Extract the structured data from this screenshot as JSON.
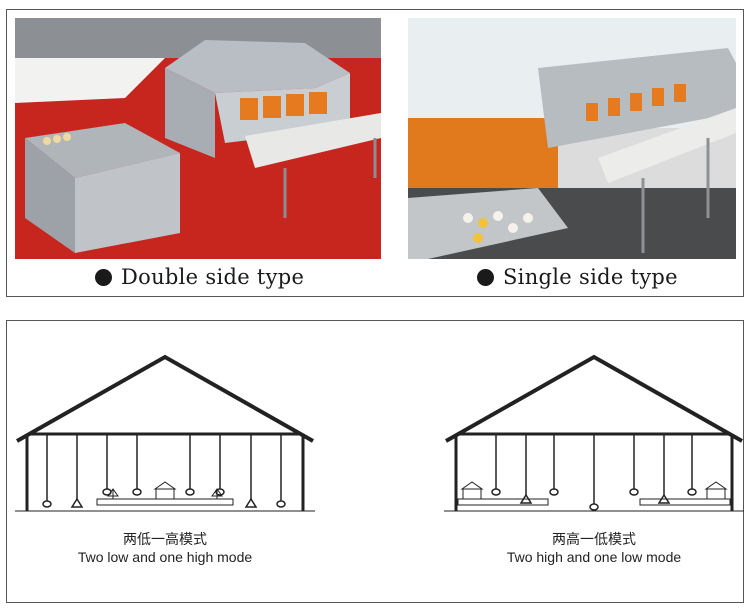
{
  "top": {
    "left_caption": "Double side type",
    "right_caption": "Single side type"
  },
  "bottom": {
    "left_mode_cn": "两低一高模式",
    "left_mode_en": "Two low and one high mode",
    "right_mode_cn": "两高一低模式",
    "right_mode_en": "Two high and one low mode"
  }
}
